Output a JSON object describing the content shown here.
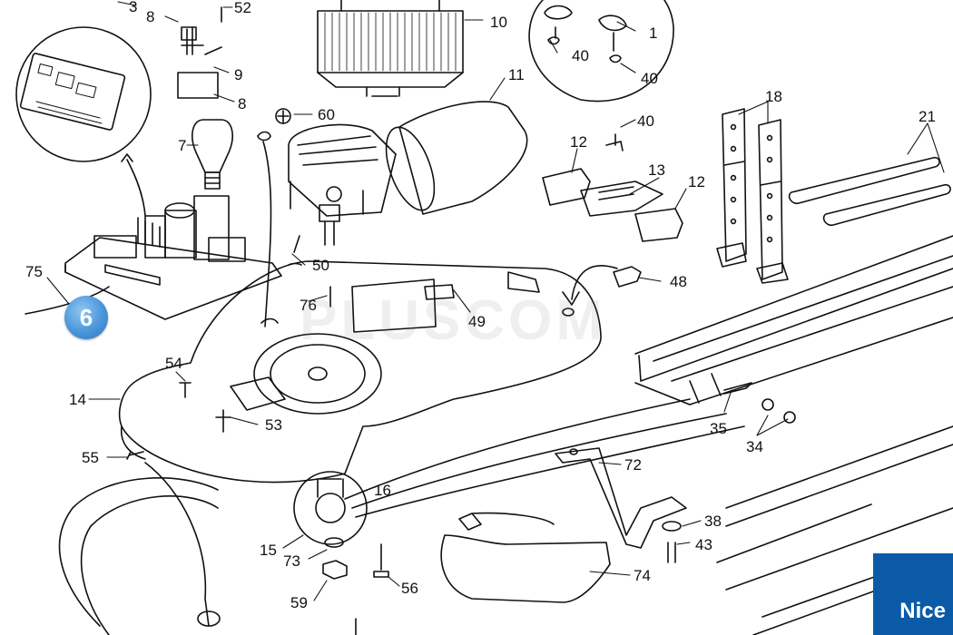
{
  "diagram": {
    "part_numbers": [
      "3",
      "8",
      "52",
      "10",
      "1",
      "40",
      "40",
      "9",
      "8",
      "11",
      "60",
      "40",
      "18",
      "21",
      "7",
      "12",
      "13",
      "12",
      "75",
      "50",
      "48",
      "76",
      "49",
      "54",
      "14",
      "53",
      "35",
      "34",
      "55",
      "72",
      "16",
      "38",
      "15",
      "43",
      "73",
      "74",
      "56",
      "59"
    ],
    "highlight_badge": "6",
    "watermark": "PLUSCOM",
    "brand_logo": "Nice"
  },
  "colors": {
    "line": "#111111",
    "badge": "#4a96db",
    "brand": "#0b5aa8"
  }
}
